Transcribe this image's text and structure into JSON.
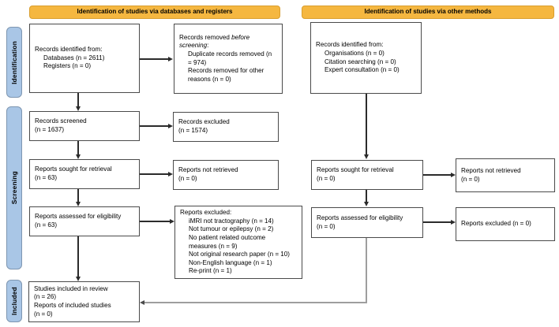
{
  "headers": {
    "databases": "Identification of studies via databases and registers",
    "other": "Identification of studies via other methods"
  },
  "stages": {
    "identification": "Identification",
    "screening": "Screening",
    "included": "Included"
  },
  "colors": {
    "header_fill": "#F5B740",
    "header_border": "#D99E2E",
    "stage_fill": "#A9C6E6",
    "stage_border": "#7E96B1",
    "box_border": "#4A4A4A",
    "arrow": "#2B2B2B",
    "connector_gray": "#9E9E9E"
  },
  "boxes": {
    "db_identified": {
      "title": "Records identified from:",
      "items": [
        "Databases (n = 2611)",
        "Registers (n = 0)"
      ]
    },
    "records_removed": {
      "title_pre": "Records removed ",
      "title_italic": "before screening",
      "title_post": ":",
      "items": [
        "Duplicate records removed (n = 974)",
        "Records removed for other reasons (n = 0)"
      ]
    },
    "other_identified": {
      "title": "Records identified from:",
      "items": [
        "Organisations (n = 0)",
        "Citation searching (n = 0)",
        "Expert consultation (n = 0)"
      ]
    },
    "records_screened": {
      "label": "Records screened",
      "count": "(n = 1637)"
    },
    "records_excluded": {
      "label": "Records excluded",
      "count": "(n = 1574)"
    },
    "reports_sought": {
      "label": "Reports sought for retrieval",
      "count": "(n = 63)"
    },
    "reports_not_retrieved": {
      "label": "Reports not retrieved",
      "count": "(n = 0)"
    },
    "reports_assessed": {
      "label": "Reports assessed for eligibility",
      "count": "(n = 63)"
    },
    "reports_excluded_reasons": {
      "title": "Reports excluded:",
      "items": [
        "iMRI not tractography (n = 14)",
        "Not tumour or epilepsy (n = 2)",
        "No patient related outcome measures (n = 9)",
        "Not original research paper (n = 10)",
        "Non-English language (n = 1)",
        "Re-print (n = 1)"
      ]
    },
    "other_reports_sought": {
      "label": "Reports sought for retrieval",
      "count": "(n = 0)"
    },
    "other_reports_not_retrieved": {
      "label": "Reports not retrieved",
      "count": "(n = 0)"
    },
    "other_reports_assessed": {
      "label": "Reports assessed for eligibility",
      "count": "(n = 0)"
    },
    "other_reports_excluded": {
      "label": "Reports excluded (n = 0)"
    },
    "included": {
      "line1": "Studies included in review",
      "line2": "(n = 26)",
      "line3": "Reports of included studies",
      "line4": "(n = 0)"
    }
  }
}
